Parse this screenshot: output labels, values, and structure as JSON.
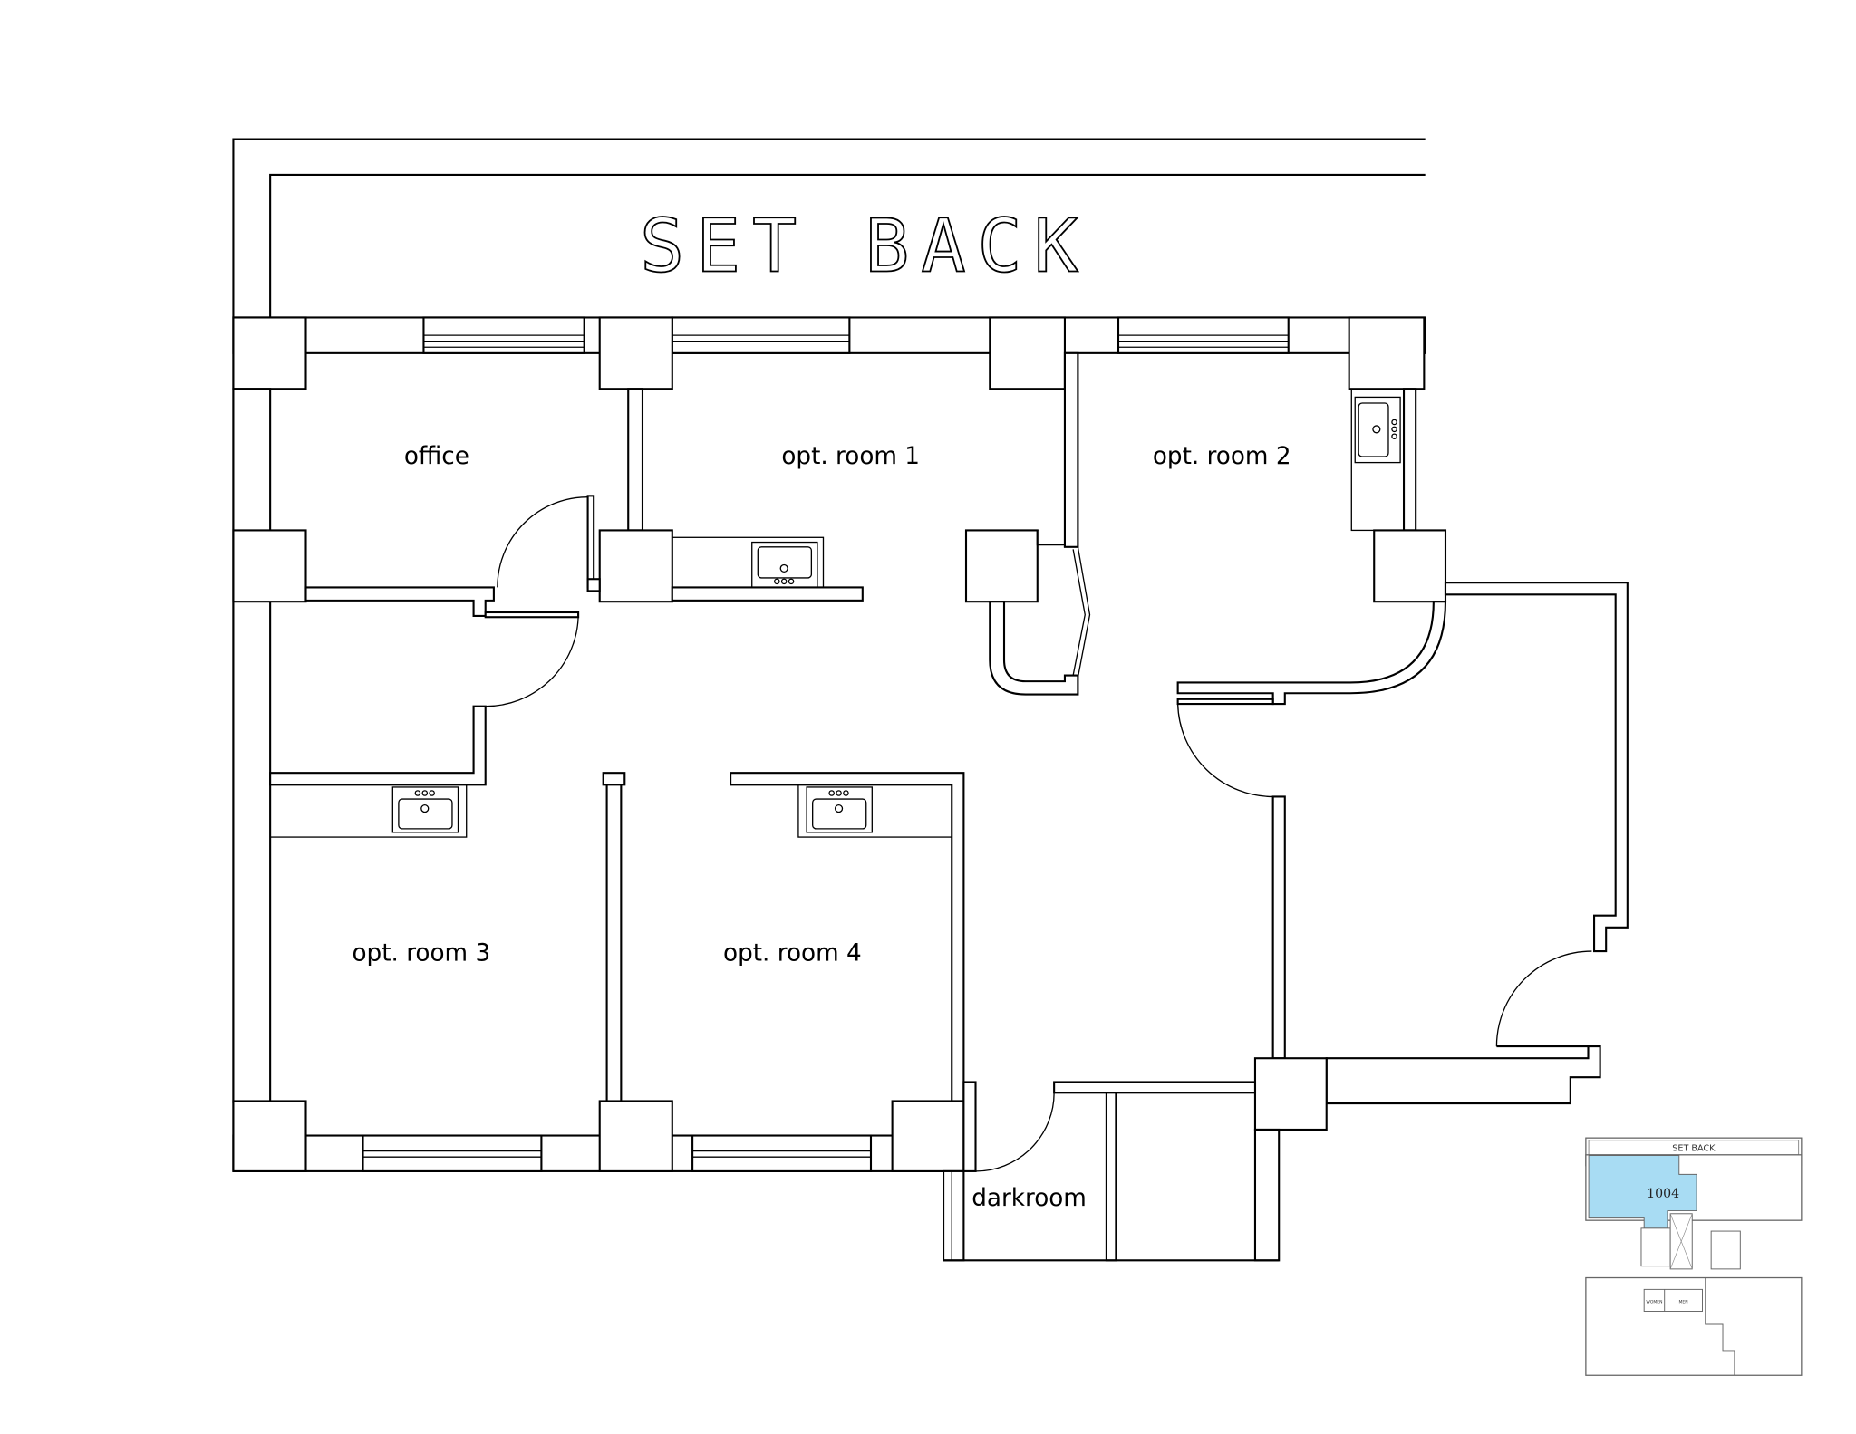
{
  "plan": {
    "setback_label": "SET BACK",
    "rooms": [
      {
        "id": "office",
        "label": "office"
      },
      {
        "id": "opt-room-1",
        "label": "opt. room 1"
      },
      {
        "id": "opt-room-2",
        "label": "opt. room 2"
      },
      {
        "id": "opt-room-3",
        "label": "opt. room 3"
      },
      {
        "id": "opt-room-4",
        "label": "opt. room 4"
      },
      {
        "id": "darkroom",
        "label": "darkroom"
      }
    ]
  },
  "keyplan": {
    "setback_label": "SET BACK",
    "suite_number": "1004",
    "women_label": "WOMEN",
    "men_label": "MEN",
    "highlight_color": "#a8dcf3"
  }
}
